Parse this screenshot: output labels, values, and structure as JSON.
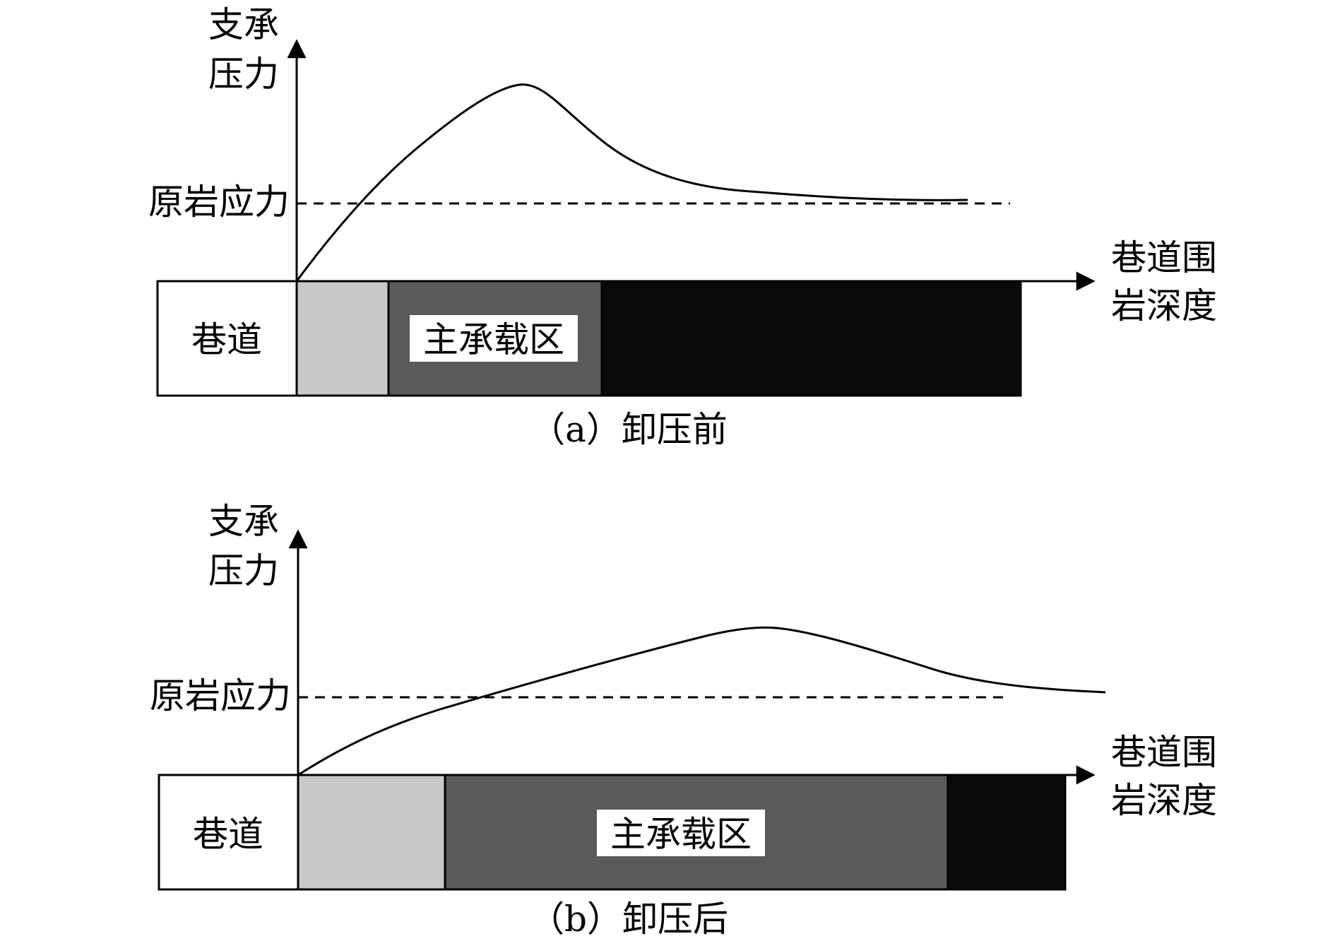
{
  "panels": [
    {
      "id": "a",
      "y_axis_label_line1": "支承",
      "y_axis_label_line2": "压力",
      "in_situ_stress_label": "原岩应力",
      "x_axis_label_line1": "巷道围",
      "x_axis_label_line2": "岩深度",
      "roadway_label": "巷道",
      "main_bearing_zone_label": "主承载区",
      "caption": "（a）卸压前"
    },
    {
      "id": "b",
      "y_axis_label_line1": "支承",
      "y_axis_label_line2": "压力",
      "in_situ_stress_label": "原岩应力",
      "x_axis_label_line1": "巷道围",
      "x_axis_label_line2": "岩深度",
      "roadway_label": "巷道",
      "main_bearing_zone_label": "主承载区",
      "caption": "（b）卸压后"
    }
  ],
  "colors": {
    "roadway_fill": "#ffffff",
    "zone_light_gray": "#c8c8c8",
    "zone_dark_gray": "#5a5a5a",
    "zone_black": "#0a0a0a",
    "line": "#000000"
  }
}
